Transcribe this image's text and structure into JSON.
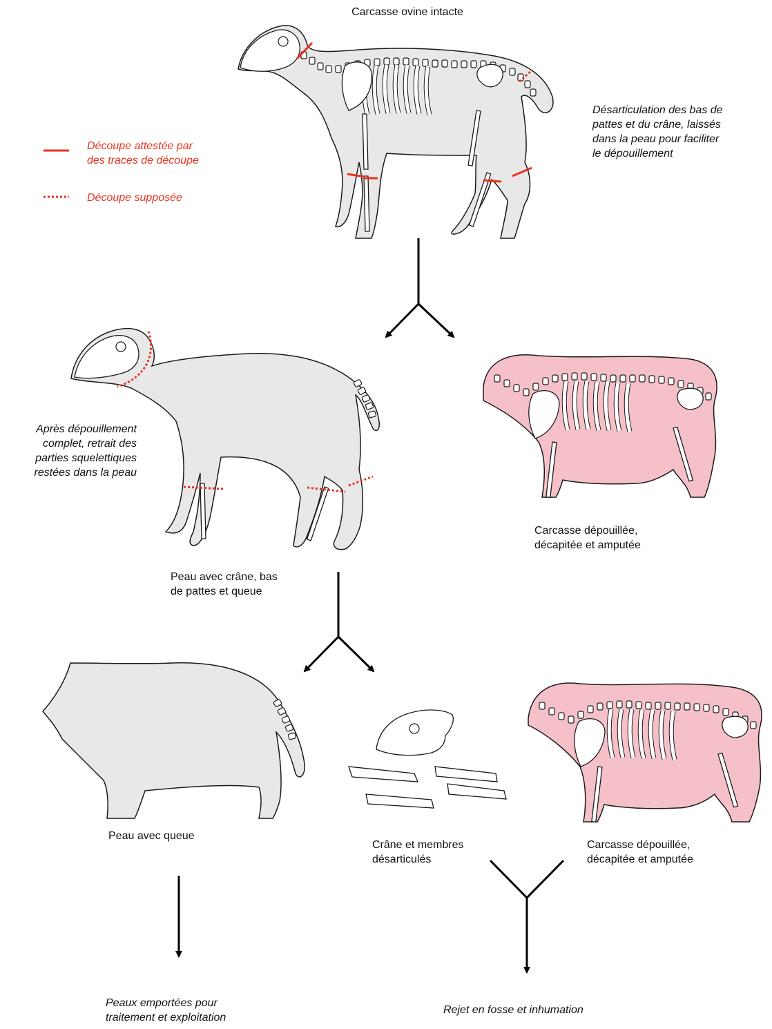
{
  "title": "Carcasse ovine intacte",
  "legend": {
    "attested_label": "Découpe attestée par\ndes traces de découpe",
    "supposed_label": "Découpe supposée",
    "cut_color": "#e8321e"
  },
  "colors": {
    "skin": "#e8e8e8",
    "flesh": "#f5c0c8",
    "bone": "#ffffff",
    "outline": "#1a1a1a",
    "cut": "#e8321e"
  },
  "labels": {
    "disarticulation_note": "Désarticulation des bas de\npattes et du crâne, laissés\ndans la peau pour faciliter\nle dépouillement",
    "skinning_note": "Après dépouillement\ncomplet, retrait des\nparties squelettiques\nrestées dans la peau",
    "carcass_1": "Carcasse dépouillée,\ndécapitée et amputée",
    "skin_with_skull": "Peau avec crâne, bas\nde pattes et queue",
    "skin_with_tail": "Peau avec queue",
    "skull_limbs": "Crâne et membres\ndésarticulés",
    "carcass_2": "Carcasse dépouillée,\ndécapitée et amputée",
    "skins_outcome": "Peaux emportées pour\ntraitement et exploitation",
    "discard_outcome": "Rejet en fosse et inhumation"
  }
}
